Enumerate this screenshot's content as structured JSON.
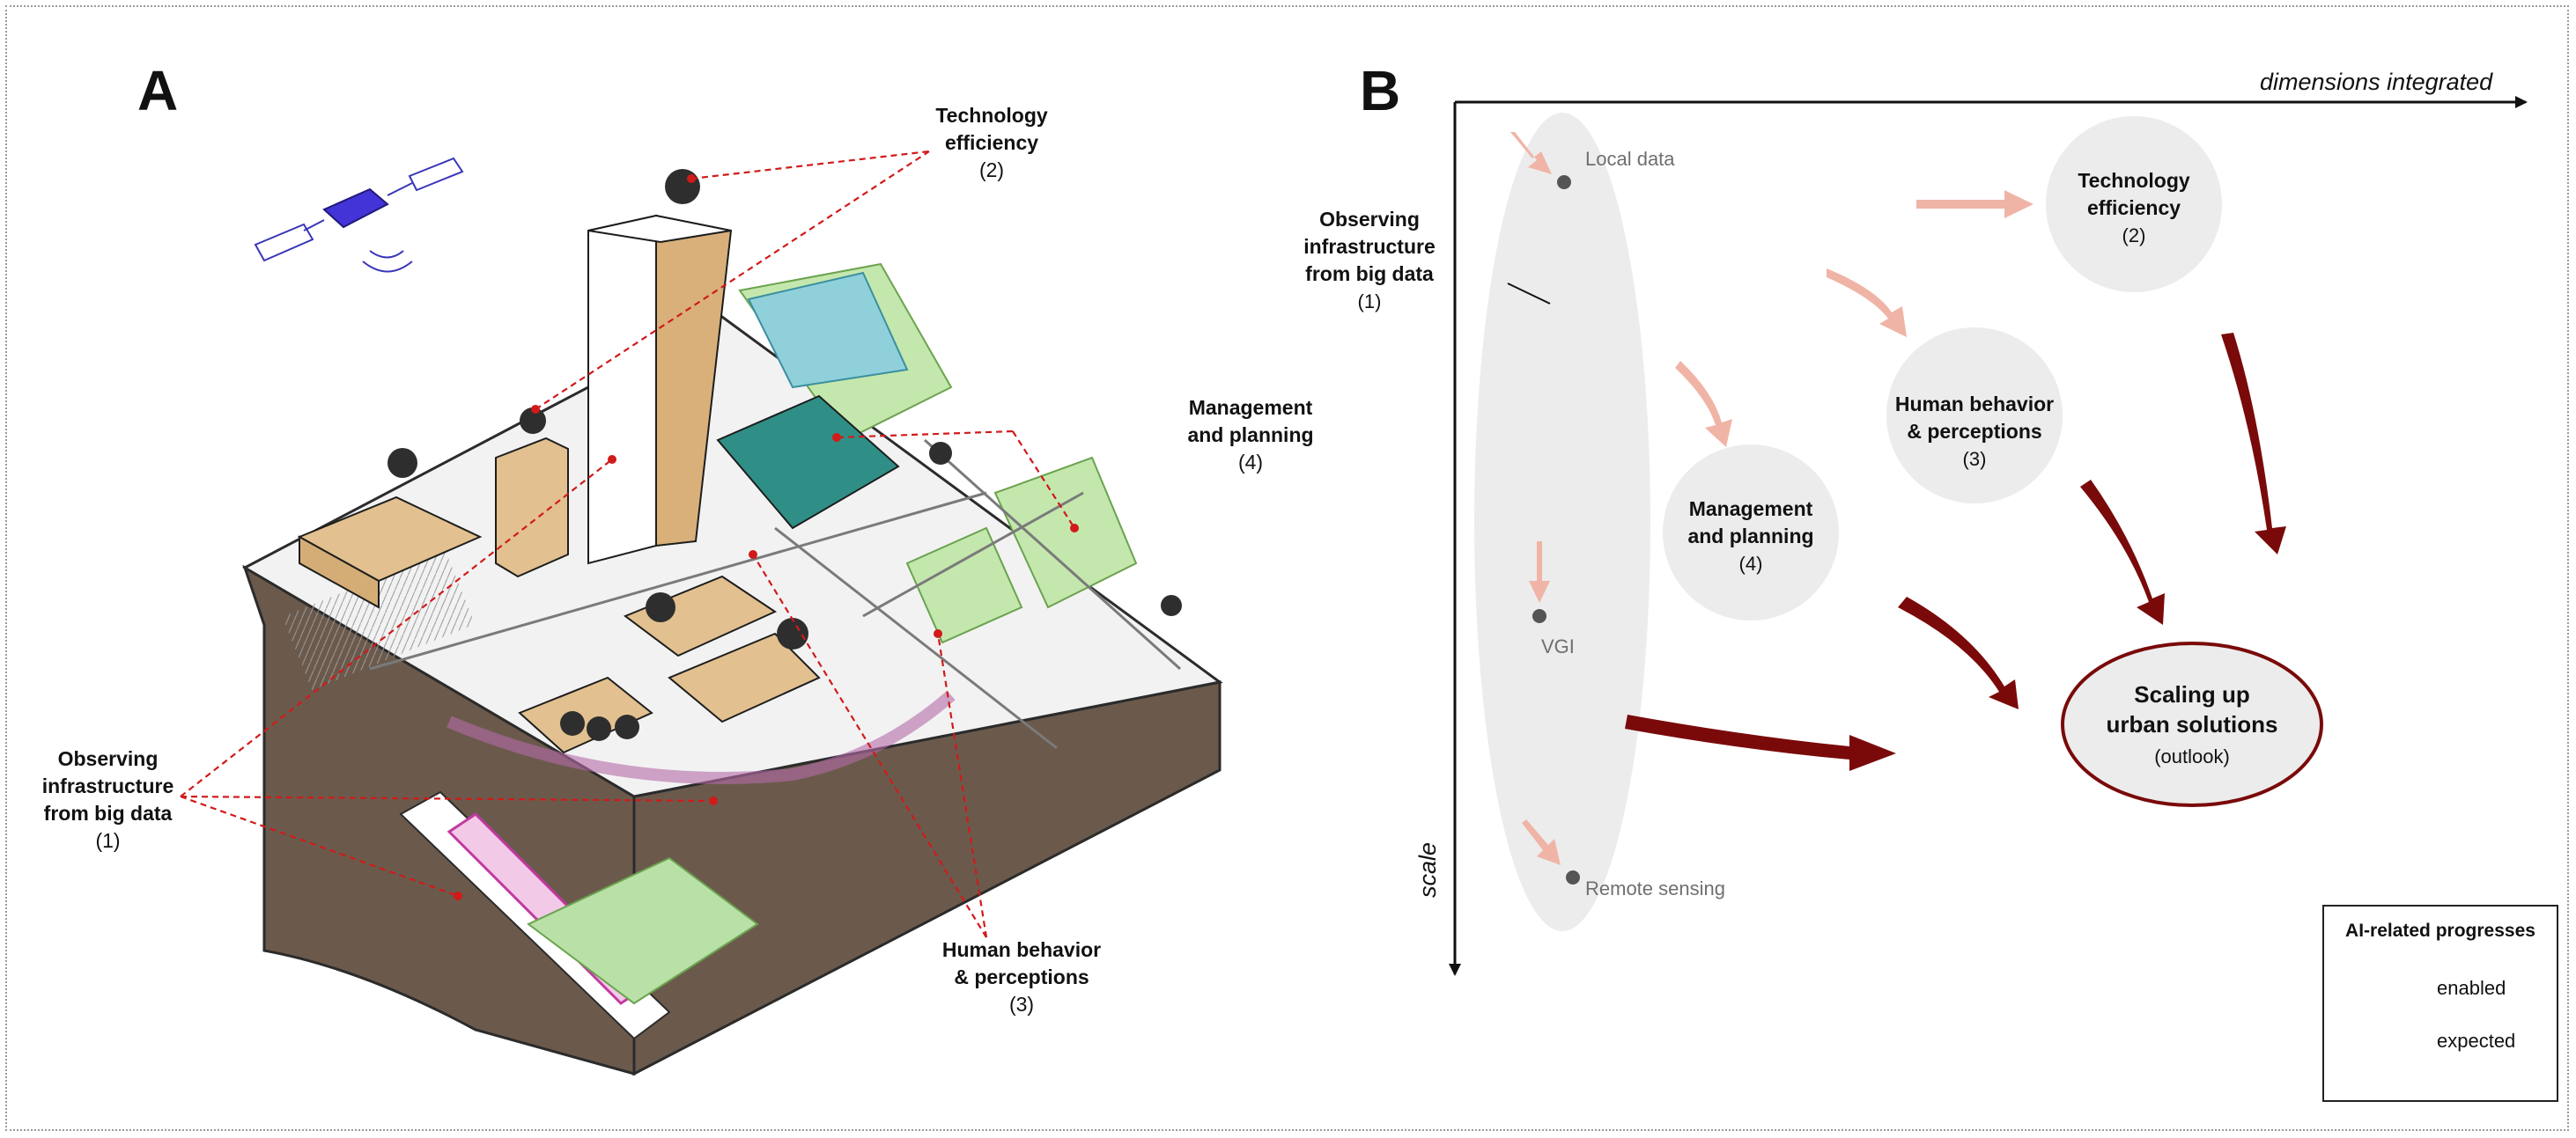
{
  "panel_a": {
    "letter": "A",
    "labels": {
      "tech": {
        "title_lines": [
          "Technology",
          "efficiency"
        ],
        "number": "(2)"
      },
      "mgmt": {
        "title_lines": [
          "Management",
          "and planning"
        ],
        "number": "(4)"
      },
      "observe": {
        "title_lines": [
          "Observing",
          "infrastructure",
          "from big data"
        ],
        "number": "(1)"
      },
      "human": {
        "title_lines": [
          "Human behavior",
          "& perceptions"
        ],
        "number": "(3)"
      }
    }
  },
  "panel_b": {
    "letter": "B",
    "x_axis_label": "dimensions integrated",
    "y_axis_label": "scale",
    "sources": {
      "local": "Local data",
      "vgi": "VGI",
      "remote": "Remote sensing"
    },
    "observe": {
      "title_lines": [
        "Observing",
        "infrastructure",
        "from big data"
      ],
      "number": "(1)"
    },
    "nodes": {
      "tech": {
        "title_lines": [
          "Technology",
          "efficiency"
        ],
        "number": "(2)"
      },
      "human": {
        "title_lines": [
          "Human behavior",
          "& perceptions"
        ],
        "number": "(3)"
      },
      "mgmt": {
        "title_lines": [
          "Management",
          "and planning"
        ],
        "number": "(4)"
      },
      "scaling": {
        "title_lines": [
          "Scaling up",
          "urban solutions"
        ],
        "number": "(outlook)"
      }
    },
    "legend": {
      "title": "AI-related progresses",
      "enabled": "enabled",
      "expected": "expected"
    },
    "colors": {
      "enabled": "#f0b4a6",
      "expected": "#7a0a0a",
      "bubble": "#ececec",
      "leader": "#d11a1a"
    }
  }
}
